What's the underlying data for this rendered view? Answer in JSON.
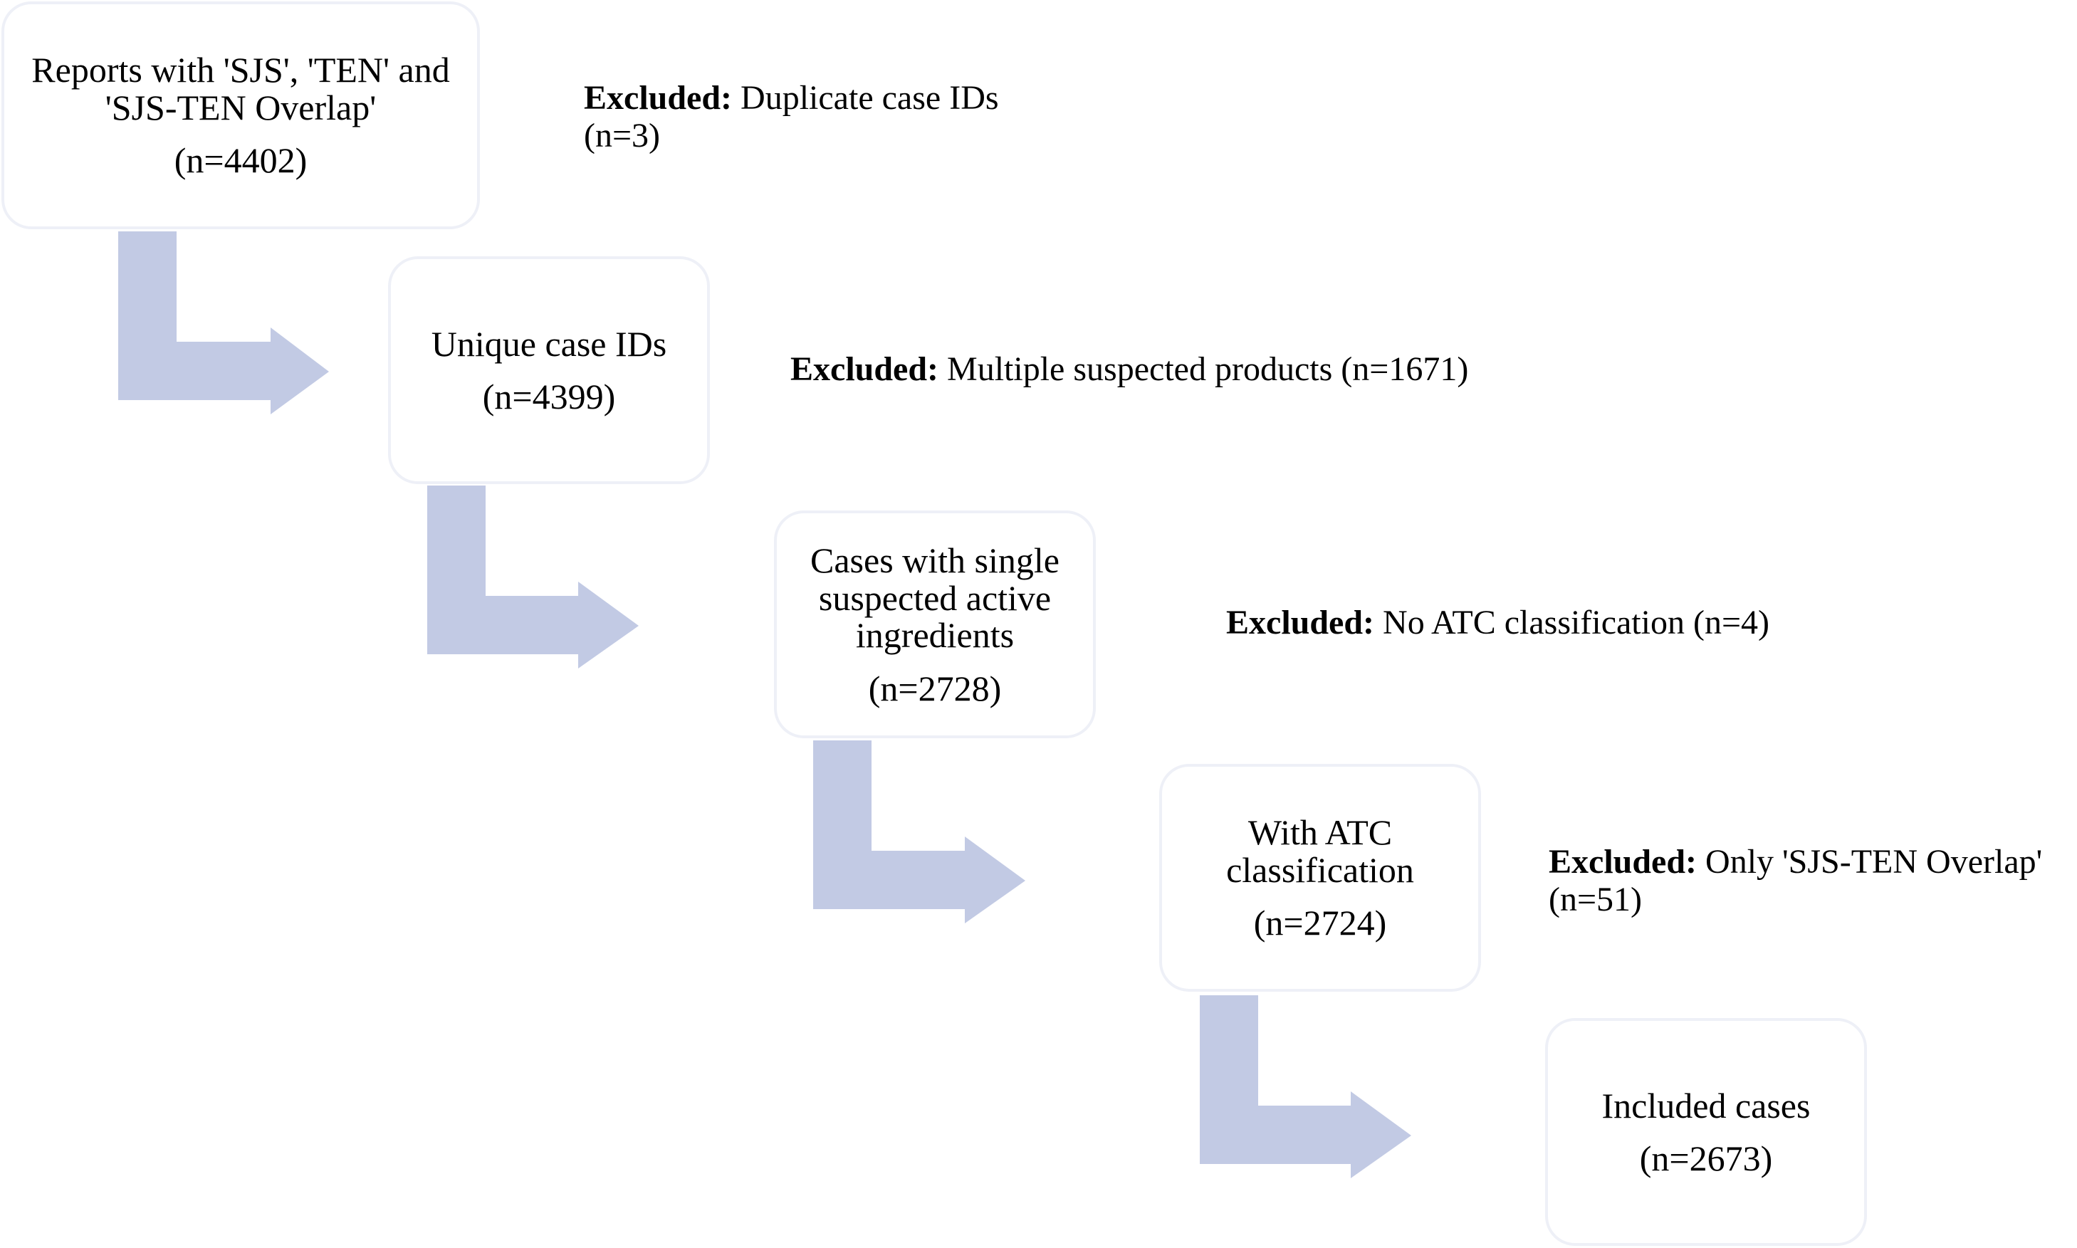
{
  "flow": {
    "boxes": [
      {
        "label": "Reports with 'SJS', 'TEN' and 'SJS-TEN Overlap'",
        "count": "(n=4402)"
      },
      {
        "label": "Unique case IDs",
        "count": "(n=4399)"
      },
      {
        "label": "Cases with single suspected active ingredients",
        "count": "(n=2728)"
      },
      {
        "label": "With ATC classification",
        "count": "(n=2724)"
      },
      {
        "label": "Included cases",
        "count": "(n=2673)"
      }
    ],
    "exclusions": [
      {
        "prefix": "Excluded:",
        "detail": " Duplicate case IDs",
        "count": "(n=3)"
      },
      {
        "prefix": "Excluded:",
        "detail": " Multiple suspected products (n=1671)",
        "count": ""
      },
      {
        "prefix": "Excluded:",
        "detail": " No ATC classification (n=4)",
        "count": ""
      },
      {
        "prefix": "Excluded:",
        "detail": " Only 'SJS-TEN Overlap'",
        "count": "(n=51)"
      }
    ],
    "colors": {
      "arrow": "#c2cae4",
      "box_border": "#eef0f7",
      "text": "#000000"
    }
  }
}
